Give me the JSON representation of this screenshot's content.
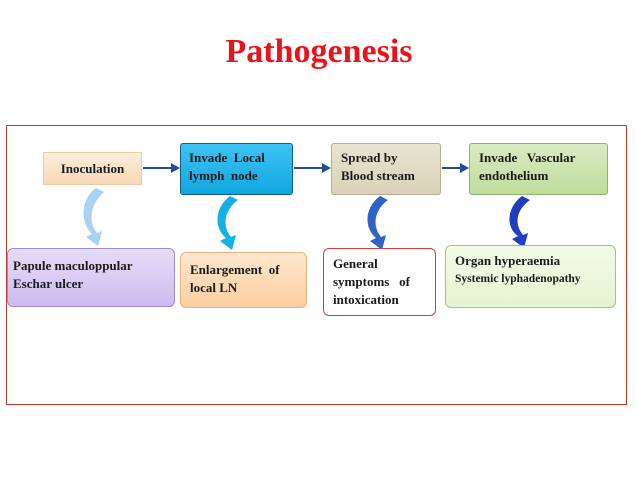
{
  "title": "Pathogenesis",
  "flow": {
    "inoculation": "Inoculation",
    "lymph": {
      "line1": "Invade  Local",
      "line2": "lymph  node"
    },
    "blood": {
      "line1": "Spread by",
      "line2": "Blood stream"
    },
    "vascular": {
      "line1": "Invade   Vascular",
      "line2": "endothelium"
    }
  },
  "outcomes": {
    "papule": {
      "line1": "Papule maculoppular",
      "line2": "Eschar ulcer"
    },
    "enlargement": {
      "line1": "Enlargement  of",
      "line2": "local LN"
    },
    "general": {
      "line1": "General",
      "line2": "symptoms   of",
      "line3": "intoxication"
    },
    "organ": {
      "line1": "Organ hyperaemia",
      "line2": "Systemic lyphadenopathy"
    }
  },
  "colors": {
    "title": "#e8141b",
    "arrow_flow": "#1f4e9c",
    "curve_inoculation": "#a9d3f0",
    "curve_lymph": "#14b1e8",
    "curve_blood": "#2f63c8",
    "curve_vascular": "#1f3fc0"
  }
}
